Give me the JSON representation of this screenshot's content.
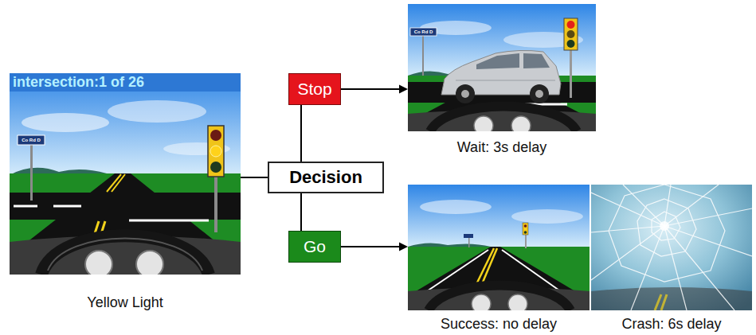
{
  "diagram": {
    "nodes": [
      {
        "text": [
          "intersection:1 of 26",
          "Yellow Light"
        ]
      },
      {
        "text": [
          "Stop"
        ]
      },
      {
        "text": [
          "Decision"
        ]
      },
      {
        "text": [
          "Go"
        ]
      },
      {
        "text": [
          "Wait: 3s delay"
        ]
      },
      {
        "text": [
          "Success: no delay"
        ]
      },
      {
        "text": [
          "Crash: 6s delay"
        ]
      }
    ],
    "edges": [
      {
        "from": 0,
        "to": 2,
        "arrow": "none"
      },
      {
        "from": 2,
        "to": 1,
        "arrow": "none"
      },
      {
        "from": 2,
        "to": 3,
        "arrow": "none"
      },
      {
        "from": 1,
        "to": 4,
        "arrow": "to"
      },
      {
        "from": 3,
        "to": 5,
        "arrow": "to"
      }
    ],
    "labels": [
      "Co Rd D",
      "Co Rd D"
    ]
  }
}
